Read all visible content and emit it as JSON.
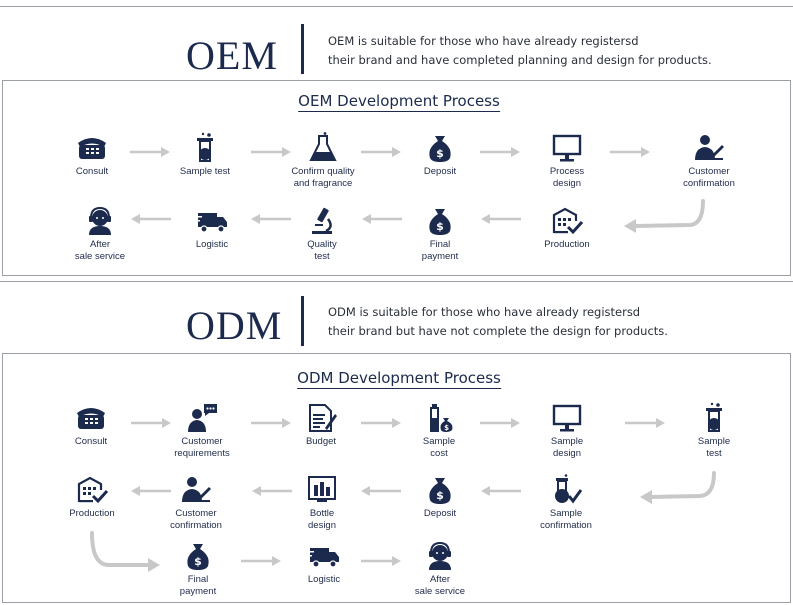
{
  "oem": {
    "heading": "OEM",
    "desc_line1": "OEM is suitable for those who have already registersd",
    "desc_line2": "their brand and have completed planning and design for products.",
    "process_title": "OEM Development Process",
    "row1": [
      {
        "icon": "telephone-icon",
        "label": "Consult"
      },
      {
        "icon": "flask-sample-icon",
        "label": "Sample test"
      },
      {
        "icon": "conical-flask-icon",
        "label": "Confirm quality\nand fragrance"
      },
      {
        "icon": "money-bag-icon",
        "label": "Deposit"
      },
      {
        "icon": "monitor-icon",
        "label": "Process\ndesign"
      },
      {
        "icon": "person-signing-icon",
        "label": "Customer\nconfirmation"
      }
    ],
    "row2": [
      {
        "icon": "headset-agent-icon",
        "label": "After\nsale service"
      },
      {
        "icon": "delivery-truck-icon",
        "label": "Logistic"
      },
      {
        "icon": "microscope-icon",
        "label": "Quality\ntest"
      },
      {
        "icon": "money-bag-icon",
        "label": "Final\npayment"
      },
      {
        "icon": "factory-check-icon",
        "label": "Production"
      }
    ]
  },
  "odm": {
    "heading": "ODM",
    "desc_line1": "ODM is suitable for those who have already registersd",
    "desc_line2": "their brand but have not complete the design for products.",
    "process_title": "ODM Development Process",
    "row1": [
      {
        "icon": "telephone-icon",
        "label": "Consult"
      },
      {
        "icon": "person-speech-icon",
        "label": "Customer\nrequirements"
      },
      {
        "icon": "budget-document-icon",
        "label": "Budget"
      },
      {
        "icon": "bottle-cost-icon",
        "label": "Sample\ncost"
      },
      {
        "icon": "monitor-icon",
        "label": "Sample\ndesign"
      },
      {
        "icon": "flask-sample-icon",
        "label": "Sample\ntest"
      }
    ],
    "row2": [
      {
        "icon": "factory-check-icon",
        "label": "Production"
      },
      {
        "icon": "person-signing-icon",
        "label": "Customer\nconfirmation"
      },
      {
        "icon": "bottle-design-icon",
        "label": "Bottle\ndesign"
      },
      {
        "icon": "money-bag-icon",
        "label": "Deposit"
      },
      {
        "icon": "flask-check-icon",
        "label": "Sample\nconfirmation"
      }
    ],
    "row3": [
      {
        "icon": "money-bag-icon",
        "label": "Final\npayment"
      },
      {
        "icon": "delivery-truck-icon",
        "label": "Logistic"
      },
      {
        "icon": "headset-agent-icon",
        "label": "After\nsale service"
      }
    ]
  },
  "colors": {
    "navy": "#1c2a4d",
    "arrow": "#c8c8c8",
    "border": "#9aa0a6"
  }
}
